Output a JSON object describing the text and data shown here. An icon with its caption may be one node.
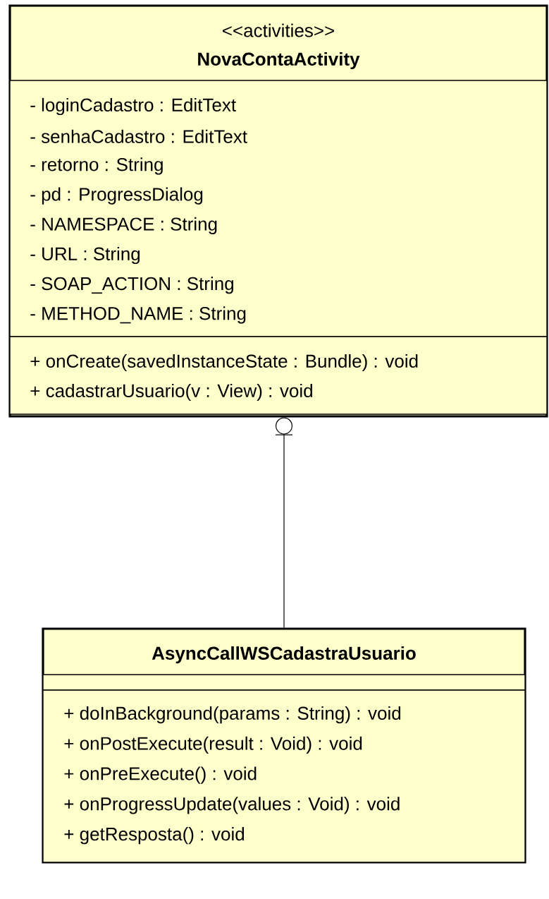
{
  "diagram": {
    "nodes": [
      {
        "text": [
          "<<activities>>",
          "NovaContaActivity"
        ]
      },
      {
        "text": [
          "- loginCadastro : EditText",
          "- senhaCadastro : EditText",
          "- retorno : String",
          "- pd : ProgressDialog",
          "- NAMESPACE : String",
          "- URL : String",
          "- SOAP_ACTION : String",
          "- METHOD_NAME : String"
        ],
        "in": 0
      },
      {
        "text": [
          "+ onCreate(savedInstanceState : Bundle) : void",
          "+ cadastrarUsuario(v : View) : void"
        ],
        "in": 0
      },
      {
        "text": [
          "AsyncCallWSCadastraUsuario"
        ]
      },
      {
        "text": [],
        "shape": "box",
        "in": 3
      },
      {
        "text": [
          "+ doInBackground(params : String) : void",
          "+ onPostExecute(result : Void) : void",
          "+ onPreExecute() : void",
          "+ onProgressUpdate(values : Void) : void",
          "+ getResposta() : void"
        ],
        "in": 3
      }
    ],
    "edges": [
      {
        "from": 0,
        "to": 3,
        "arrow": "other"
      }
    ]
  }
}
